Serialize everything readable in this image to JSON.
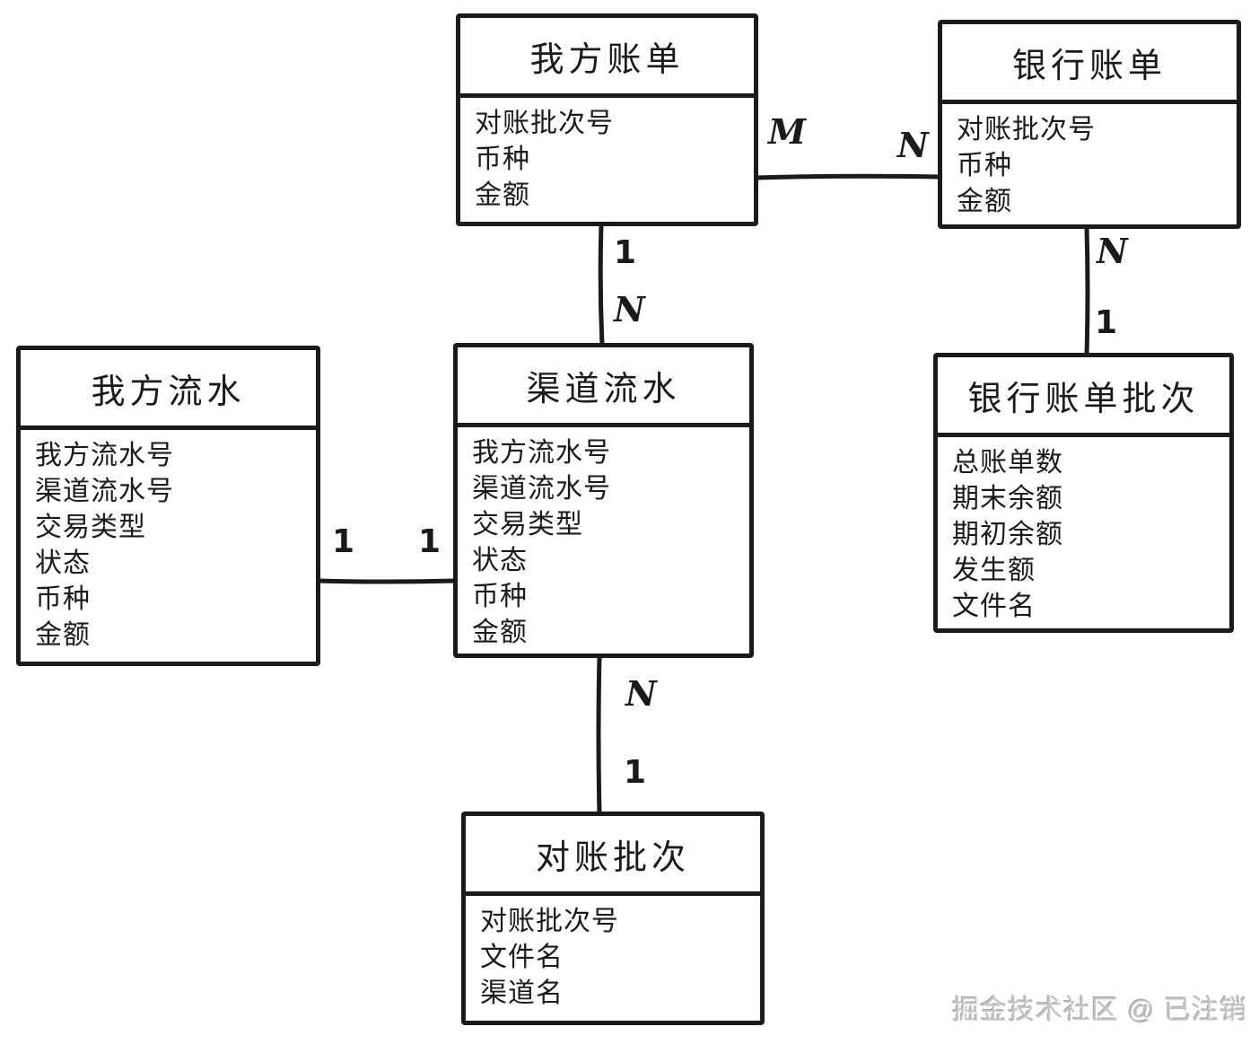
{
  "diagram": {
    "type": "entity-relationship",
    "colors": {
      "stroke": "#1a1a1a",
      "background": "#ffffff",
      "watermark": "#c4c4c4"
    },
    "entities": [
      {
        "id": "our-bill",
        "title": "我方账单",
        "fields": [
          "对账批次号",
          "币种",
          "金额"
        ]
      },
      {
        "id": "bank-bill",
        "title": "银行账单",
        "fields": [
          "对账批次号",
          "币种",
          "金额"
        ]
      },
      {
        "id": "our-flow",
        "title": "我方流水",
        "fields": [
          "我方流水号",
          "渠道流水号",
          "交易类型",
          "状态",
          "币种",
          "金额"
        ]
      },
      {
        "id": "channel-flow",
        "title": "渠道流水",
        "fields": [
          "我方流水号",
          "渠道流水号",
          "交易类型",
          "状态",
          "币种",
          "金额"
        ]
      },
      {
        "id": "bank-bill-batch",
        "title": "银行账单批次",
        "fields": [
          "总账单数",
          "期末余额",
          "期初余额",
          "发生额",
          "文件名"
        ]
      },
      {
        "id": "recon-batch",
        "title": "对账批次",
        "fields": [
          "对账批次号",
          "文件名",
          "渠道名"
        ]
      }
    ],
    "relationships": [
      {
        "from": "我方账单",
        "to": "银行账单",
        "from_label": "M",
        "to_label": "N"
      },
      {
        "from": "我方账单",
        "to": "渠道流水",
        "from_label": "1",
        "to_label": "N"
      },
      {
        "from": "银行账单",
        "to": "银行账单批次",
        "from_label": "N",
        "to_label": "1"
      },
      {
        "from": "我方流水",
        "to": "渠道流水",
        "from_label": "1",
        "to_label": "1"
      },
      {
        "from": "渠道流水",
        "to": "对账批次",
        "from_label": "N",
        "to_label": "1"
      }
    ]
  },
  "watermark": {
    "text": "掘金技术社区 @ 已注销"
  }
}
